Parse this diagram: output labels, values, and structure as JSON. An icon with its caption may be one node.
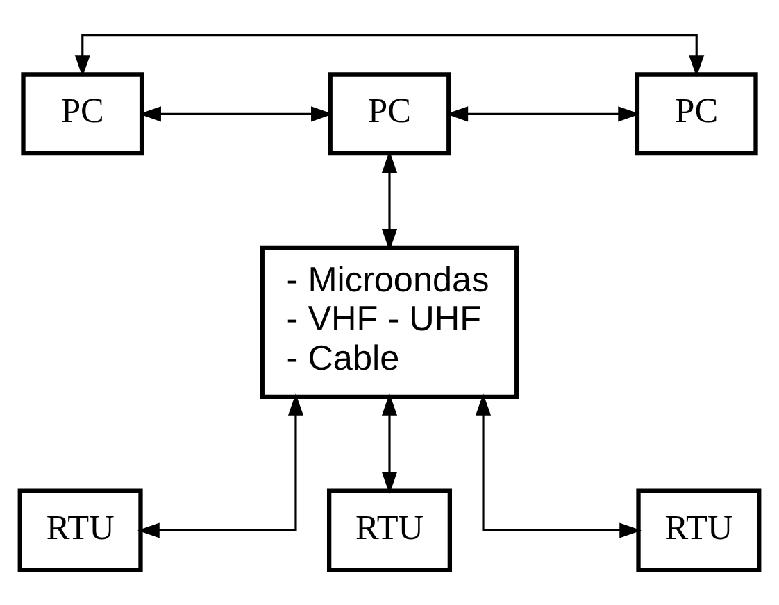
{
  "diagram": {
    "nodes": [
      {
        "text": [
          "PC"
        ]
      },
      {
        "text": [
          "PC"
        ]
      },
      {
        "text": [
          "PC"
        ]
      },
      {
        "text": [
          "- Microondas",
          "- VHF - UHF",
          "- Cable"
        ]
      },
      {
        "text": [
          "RTU"
        ]
      },
      {
        "text": [
          "RTU"
        ]
      },
      {
        "text": [
          "RTU"
        ]
      }
    ],
    "edges": [
      {
        "from": 0,
        "to": 1,
        "arrow": "both"
      },
      {
        "from": 1,
        "to": 2,
        "arrow": "both"
      },
      {
        "from": 0,
        "to": 2,
        "arrow": "both"
      },
      {
        "from": 1,
        "to": 3,
        "arrow": "both"
      },
      {
        "from": 3,
        "to": 4,
        "arrow": "both"
      },
      {
        "from": 3,
        "to": 5,
        "arrow": "both"
      },
      {
        "from": 3,
        "to": 6,
        "arrow": "both"
      }
    ]
  }
}
